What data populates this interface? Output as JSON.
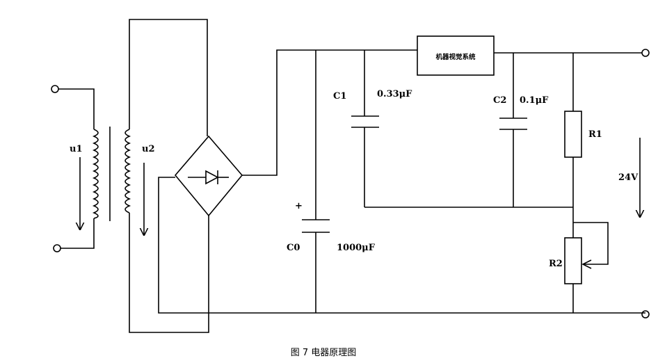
{
  "caption": "图 7 电器原理图",
  "labels": {
    "u1": "u1",
    "u2": "u2",
    "c0": "C0",
    "c0_value": "1000μF",
    "c0_polarity": "+",
    "c1": "C1",
    "c1_value": "0.33μF",
    "c2": "C2",
    "c2_value": "0.1μF",
    "r1": "R1",
    "r2": "R2",
    "output_voltage": "24V",
    "system_box": "机器视觉系统"
  }
}
